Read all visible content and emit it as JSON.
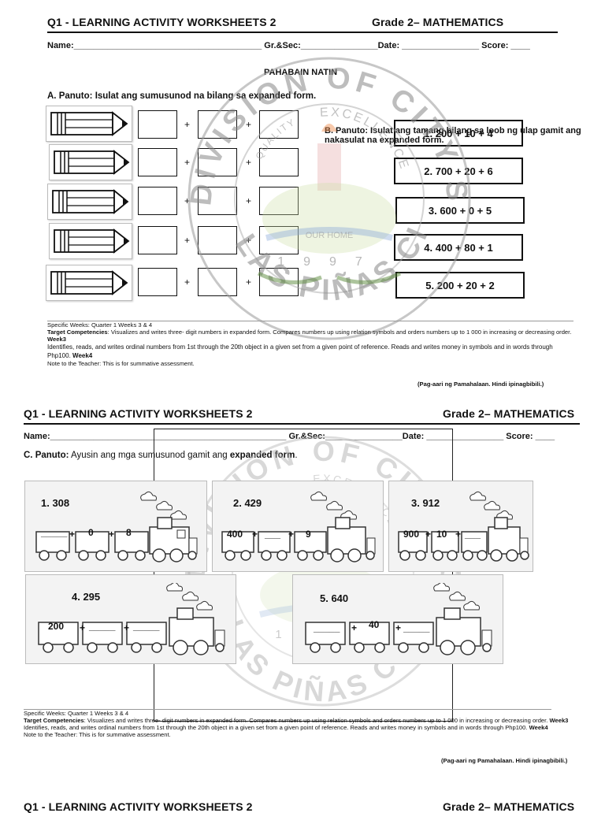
{
  "page1": {
    "title_left": "Q1 - LEARNING ACTIVITY WORKSHEETS 2",
    "title_right": "Grade 2– MATHEMATICS",
    "name_line": "Name:_______________________________________ Gr.&Sec:________________Date: ________________ Score: ____",
    "section_title": "PAHABAIN NATIN",
    "instruction_a": "A. Panuto: Isulat ang sumusunod na bilang sa expanded form.",
    "instruction_b": "B. Panuto: Isulat ang tamang bilang sa loob ng ulap gamit ang nakasulat na expanded form.",
    "answers_b": [
      "1. 200 + 10 + 4",
      "2. 700 + 20 + 6",
      "3. 600 + 0 + 5",
      "4. 400 + 80 + 1",
      "5. 200 + 20 + 2"
    ],
    "plus": "+",
    "footer": {
      "weeks": "Specific Weeks: Quarter 1 Weeks 3 & 4",
      "competencies_label": "Target Competencies",
      "competencies_text": ": Visualizes and writes three- digit numbers in expanded form. Compares numbers up using relation symbols and orders numbers up to 1 000 in increasing or decreasing order.",
      "week3": "Week3",
      "ordinal_text": "Identifies, reads, and writes ordinal numbers from 1st through the 20th object in a given set from a given point of reference. Reads and writes money in symbols and in words through Php100.",
      "week4": "Week4",
      "note": "Note to the Teacher: This is for summative assessment."
    },
    "owner": "(Pag-aari ng Pamahalaan. Hindi ipinagbibili.)"
  },
  "page2": {
    "title_left": "Q1 - LEARNING ACTIVITY WORKSHEETS 2",
    "title_right": "Grade 2– MATHEMATICS",
    "name_line": "Name:_________________________________________________ Gr.&Sec:________________Date: ________________ Score: ____",
    "instruction_c_label": "C. Panuto:",
    "instruction_c_text": " Ayusin ang mga sumusunod gamit ang ",
    "instruction_c_bold": "expanded form",
    "instruction_c_end": ".",
    "trains": [
      {
        "label": "1. 308",
        "carts": [
          "_____",
          "0",
          "8"
        ]
      },
      {
        "label": "2. 429",
        "carts": [
          "400",
          "___",
          "9"
        ]
      },
      {
        "label": "3. 912",
        "carts": [
          "900",
          "10",
          "___"
        ]
      },
      {
        "label": "4. 295",
        "carts": [
          "200",
          "_____",
          "_____"
        ]
      },
      {
        "label": "5. 640",
        "carts": [
          "_____",
          "40",
          "_____"
        ]
      }
    ],
    "plus": "+",
    "footer": {
      "weeks": "Specific Weeks: Quarter 1 Weeks 3 & 4",
      "competencies_label": "Target Competencies",
      "competencies_text": ": Visualizes and writes three- digit numbers in expanded form. Compares numbers up using relation symbols and orders numbers up to 1 000 in increasing or decreasing order.",
      "week3": "Week3",
      "ordinal_text": "Identifies, reads, and writes ordinal numbers from 1st through the 20th object in a given set from a given point of reference. Reads and writes money in symbols and in words through Php100.",
      "week4": "Week4",
      "note": "Note to the Teacher: This is for summative assessment."
    },
    "owner": "(Pag-aari ng Pamahalaan. Hindi ipinagbibili.)"
  },
  "page3": {
    "title_left": "Q1 - LEARNING ACTIVITY WORKSHEETS 2",
    "title_right": "Grade 2– MATHEMATICS"
  },
  "seal": {
    "top_text": "DIVISION OF CITY SCHOOLS",
    "bottom_text": "LAS PIÑAS CITY",
    "inner_text": "EXCELLENCE",
    "quality_text": "QUALITY",
    "year": "1997",
    "home": "OUR HOME"
  }
}
